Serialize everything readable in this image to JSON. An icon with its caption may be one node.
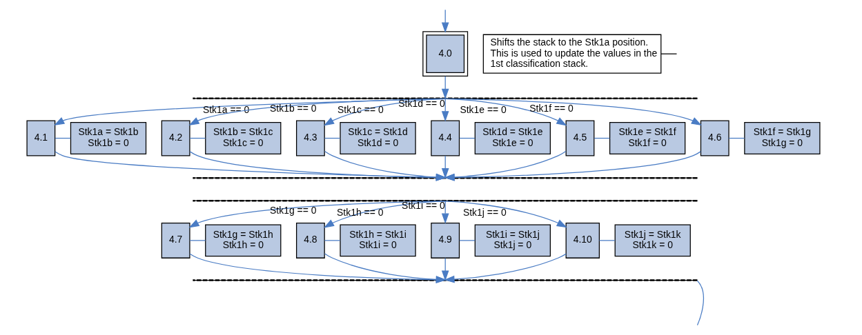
{
  "diagram": {
    "nodes": [
      {
        "text": [
          "4.0"
        ]
      },
      {
        "text": [
          "Shifts the stack to the Stk1a position. This is used to update the values in the 1st classification stack."
        ]
      },
      {
        "text": [],
        "shape": "bar"
      },
      {
        "text": [
          "4.1"
        ]
      },
      {
        "text": [
          "Stk1a = Stk1b",
          "Stk1b = 0"
        ]
      },
      {
        "text": [
          "4.2"
        ]
      },
      {
        "text": [
          "Stk1b = Stk1c",
          "Stk1c = 0"
        ]
      },
      {
        "text": [
          "4.3"
        ]
      },
      {
        "text": [
          "Stk1c = Stk1d",
          "Stk1d = 0"
        ]
      },
      {
        "text": [
          "4.4"
        ]
      },
      {
        "text": [
          "Stk1d = Stk1e",
          "Stk1e = 0"
        ]
      },
      {
        "text": [
          "4.5"
        ]
      },
      {
        "text": [
          "Stk1e = Stk1f",
          "Stk1f = 0"
        ]
      },
      {
        "text": [
          "4.6"
        ]
      },
      {
        "text": [
          "Stk1f = Stk1g",
          "Stk1g = 0"
        ]
      },
      {
        "text": [],
        "shape": "bar"
      },
      {
        "text": [],
        "shape": "bar"
      },
      {
        "text": [
          "4.7"
        ]
      },
      {
        "text": [
          "Stk1g = Stk1h",
          "Stk1h = 0"
        ]
      },
      {
        "text": [
          "4.8"
        ]
      },
      {
        "text": [
          "Stk1h = Stk1i",
          "Stk1i = 0"
        ]
      },
      {
        "text": [
          "4.9"
        ]
      },
      {
        "text": [
          "Stk1i = Stk1j",
          "Stk1j = 0"
        ]
      },
      {
        "text": [
          "4.10"
        ]
      },
      {
        "text": [
          "Stk1j = Stk1k",
          "Stk1k = 0"
        ]
      },
      {
        "text": [],
        "shape": "bar"
      }
    ],
    "edges": [
      {
        "from": null,
        "to": 0,
        "arrow": "to"
      },
      {
        "from": 1,
        "to": null,
        "arrow": "none",
        "color": "#000000"
      },
      {
        "from": 0,
        "to": 2,
        "arrow": "to"
      },
      {
        "from": 2,
        "to": 3,
        "arrow": "to",
        "label": "Stk1a == 0"
      },
      {
        "from": 3,
        "to": 4,
        "arrow": "none"
      },
      {
        "from": 3,
        "to": 15,
        "arrow": "to"
      },
      {
        "from": 2,
        "to": 5,
        "arrow": "to",
        "label": "Stk1b == 0"
      },
      {
        "from": 5,
        "to": 6,
        "arrow": "none"
      },
      {
        "from": 5,
        "to": 15,
        "arrow": "to"
      },
      {
        "from": 2,
        "to": 7,
        "arrow": "to",
        "label": "Stk1c == 0"
      },
      {
        "from": 7,
        "to": 8,
        "arrow": "none"
      },
      {
        "from": 7,
        "to": 15,
        "arrow": "to"
      },
      {
        "from": 2,
        "to": 9,
        "arrow": "to",
        "label": "Stk1d == 0"
      },
      {
        "from": 9,
        "to": 10,
        "arrow": "none"
      },
      {
        "from": 9,
        "to": 15,
        "arrow": "to"
      },
      {
        "from": 2,
        "to": 11,
        "arrow": "to",
        "label": "Stk1e == 0"
      },
      {
        "from": 11,
        "to": 12,
        "arrow": "none"
      },
      {
        "from": 11,
        "to": 15,
        "arrow": "to"
      },
      {
        "from": 2,
        "to": 13,
        "arrow": "to",
        "label": "Stk1f == 0"
      },
      {
        "from": 13,
        "to": 14,
        "arrow": "none"
      },
      {
        "from": 13,
        "to": 15,
        "arrow": "to"
      },
      {
        "from": 16,
        "to": 17,
        "arrow": "to",
        "label": "Stk1g == 0"
      },
      {
        "from": 17,
        "to": 18,
        "arrow": "none"
      },
      {
        "from": 17,
        "to": 25,
        "arrow": "to"
      },
      {
        "from": 16,
        "to": 19,
        "arrow": "to",
        "label": "Stk1h == 0"
      },
      {
        "from": 19,
        "to": 20,
        "arrow": "none"
      },
      {
        "from": 19,
        "to": 25,
        "arrow": "to"
      },
      {
        "from": 16,
        "to": 21,
        "arrow": "to",
        "label": "Stk1i == 0"
      },
      {
        "from": 21,
        "to": 22,
        "arrow": "none"
      },
      {
        "from": 21,
        "to": 25,
        "arrow": "to"
      },
      {
        "from": 16,
        "to": 23,
        "arrow": "to",
        "label": "Stk1j == 0"
      },
      {
        "from": 23,
        "to": 24,
        "arrow": "none"
      },
      {
        "from": 23,
        "to": 25,
        "arrow": "to"
      },
      {
        "from": 25,
        "to": null,
        "arrow": "none"
      }
    ]
  }
}
